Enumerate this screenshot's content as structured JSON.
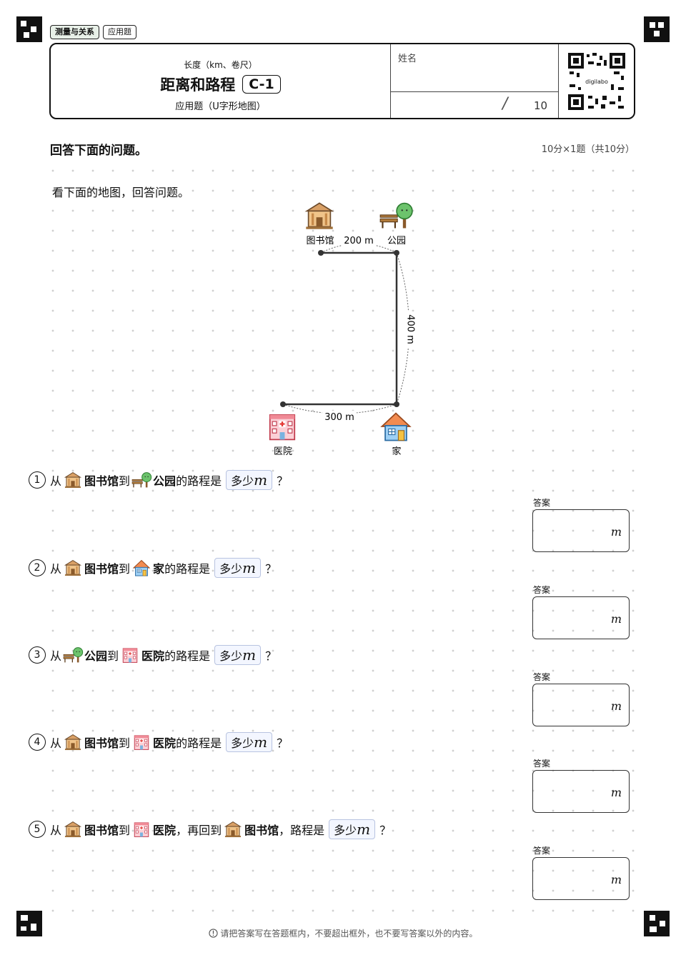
{
  "tags": [
    "测量与关系",
    "应用题"
  ],
  "header": {
    "subtitle": "长度（km、卷尺）",
    "title": "距离和路程",
    "code": "C-1",
    "subtitle2": "应用题（U字形地图）",
    "name_label": "姓名",
    "score_slash": "/",
    "score_total": "10",
    "qr_text": "digilabo"
  },
  "instruction": "回答下面的问题。",
  "points": "10分×1题（共10分）",
  "lead": "看下面的地图，回答问题。",
  "map": {
    "library": "图书馆",
    "park": "公园",
    "hospital": "医院",
    "home": "家",
    "dist_top": "200 m",
    "dist_right": "400 m",
    "dist_bottom": "300 m"
  },
  "questions": [
    {
      "num": "1",
      "p1": "从",
      "a": "图书馆",
      "p2": "到",
      "b": "公园",
      "p3": "的路程是",
      "ask": "多少",
      "unit": "m",
      "end": "？"
    },
    {
      "num": "2",
      "p1": "从",
      "a": "图书馆",
      "p2": "到",
      "b": "家",
      "p3": "的路程是",
      "ask": "多少",
      "unit": "m",
      "end": "？"
    },
    {
      "num": "3",
      "p1": "从",
      "a": "公园",
      "p2": "到",
      "b": "医院",
      "p3": "的路程是",
      "ask": "多少",
      "unit": "m",
      "end": "？"
    },
    {
      "num": "4",
      "p1": "从",
      "a": "图书馆",
      "p2": "到",
      "b": "医院",
      "p3": "的路程是",
      "ask": "多少",
      "unit": "m",
      "end": "？"
    },
    {
      "num": "5",
      "p1": "从",
      "a": "图书馆",
      "p2": "到",
      "b": "医院",
      "p3": "，再回到",
      "c": "图书馆",
      "p4": "，路程是",
      "ask": "多少",
      "unit": "m",
      "end": "？"
    }
  ],
  "answer_label": "答案",
  "answer_unit": "m",
  "footer": "请把答案写在答题框内，不要超出框外，也不要写答案以外的内容。"
}
